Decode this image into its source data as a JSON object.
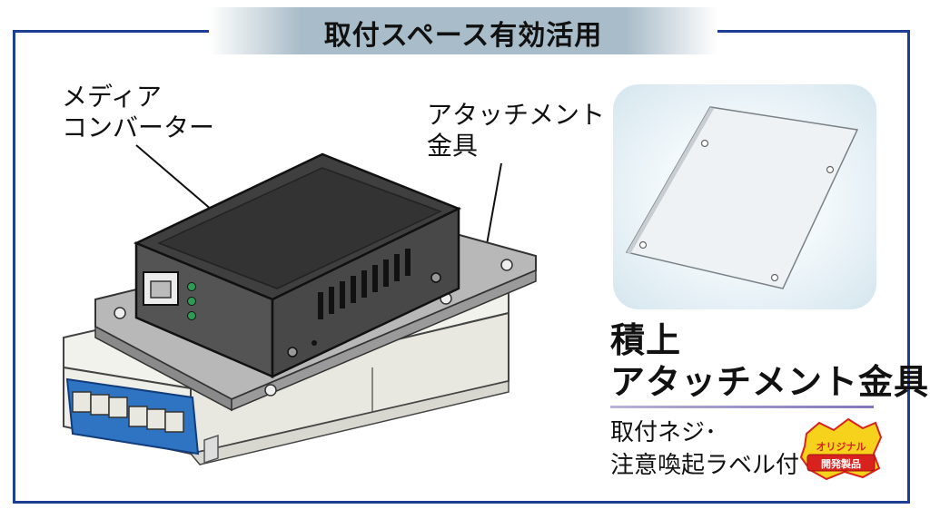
{
  "title": "取付スペース有効活用",
  "callouts": {
    "media_converter": [
      "メディア",
      "コンバーター"
    ],
    "bracket": [
      "アタッチメント",
      "金具"
    ]
  },
  "product": {
    "headline": [
      "積上",
      "アタッチメント金具"
    ],
    "notes": [
      "取付ネジ･",
      "注意喚起ラベル付"
    ]
  },
  "badge": {
    "line1": "オリジナル",
    "line2": "開発製品"
  },
  "colors": {
    "frame": "#1d3f93",
    "connector": "#2f74c2",
    "led": "#2e9c58",
    "badge_red": "#d8221e",
    "badge_yellow": "#f6d21c"
  }
}
